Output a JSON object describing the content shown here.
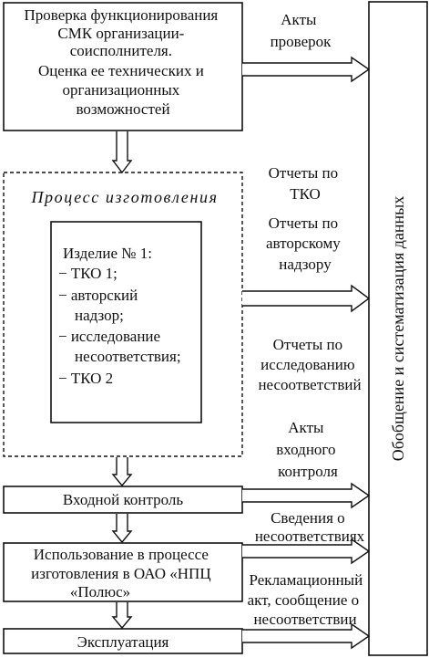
{
  "boxes": {
    "verification": {
      "lines": [
        "Проверка функционирования",
        "СМК организации-",
        "соисполнителя.",
        "Оценка ее технических и",
        "организационных",
        "возможностей"
      ]
    },
    "process": {
      "title": "Процесс изготовления"
    },
    "product": {
      "lines": [
        "Изделие № 1:",
        "− ТКО 1;",
        "− авторский",
        "надзор;",
        "− исследование",
        "несоответствия;",
        "− ТКО 2"
      ]
    },
    "incoming_control": {
      "label": "Входной контроль"
    },
    "usage": {
      "lines": [
        "Использование в процессе",
        "изготовления в ОАО «НПЦ",
        "«Полюс»"
      ]
    },
    "operation": {
      "label": "Эксплуатация"
    },
    "summary": {
      "label": "Обобщение и систематизация данных"
    }
  },
  "arrow_labels": {
    "inspection_acts": [
      "Акты",
      "проверок"
    ],
    "tko_reports": [
      "Отчеты по",
      "ТКО"
    ],
    "supervision_reports": [
      "Отчеты по",
      "авторскому",
      "надзору"
    ],
    "nonconformity_reports": [
      "Отчеты по",
      "исследованию",
      "несоответствий"
    ],
    "incoming_acts": [
      "Акты",
      "входного",
      "контроля"
    ],
    "nonconformity_info": [
      "Сведения о",
      "несоответствиях"
    ],
    "claim_act": [
      "Рекламационный",
      "акт, сообщение о",
      "несоответствии"
    ]
  }
}
